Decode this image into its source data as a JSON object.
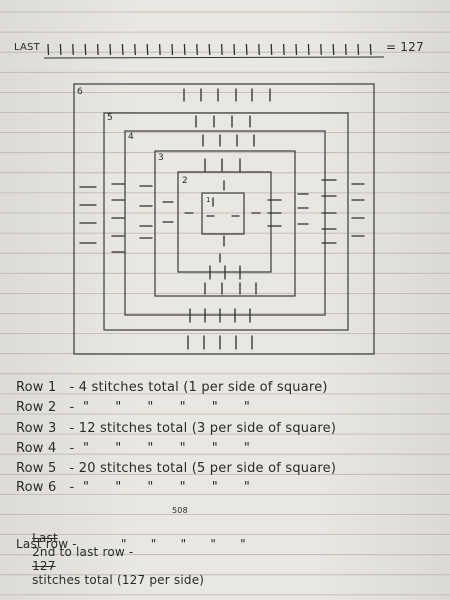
{
  "top_row": {
    "label": "LAST",
    "total": "= 127"
  },
  "diagram": {
    "ring_labels": [
      "6",
      "5",
      "4",
      "3",
      "2",
      "1"
    ]
  },
  "rows": [
    {
      "label": "Row",
      "num": "1",
      "dash": "-",
      "text": "4 stitches total (1 per side of square)"
    },
    {
      "label": "Row",
      "num": "2",
      "dash": "-",
      "text": "\"      \"      \"      \"      \"      \""
    },
    {
      "label": "Row",
      "num": "3",
      "dash": "-",
      "text": "12 stitches total (3 per side of square)"
    },
    {
      "label": "Row",
      "num": "4",
      "dash": "-",
      "text": "\"      \"      \"      \"      \"      \""
    },
    {
      "label": "Row",
      "num": "5",
      "dash": "-",
      "text": "20 stitches total (5 per side of square)"
    },
    {
      "label": "Row",
      "num": "6",
      "dash": "-",
      "text": "\"      \"      \"      \"      \"      \""
    }
  ],
  "second_last": {
    "crossed_word": "Last",
    "label": "2nd to last row -",
    "crossed_number": "127",
    "number": "508",
    "text": "stitches total (127 per side)"
  },
  "last_row": {
    "label": "Last row -",
    "ditto": "\"      \"      \"      \"      \""
  }
}
